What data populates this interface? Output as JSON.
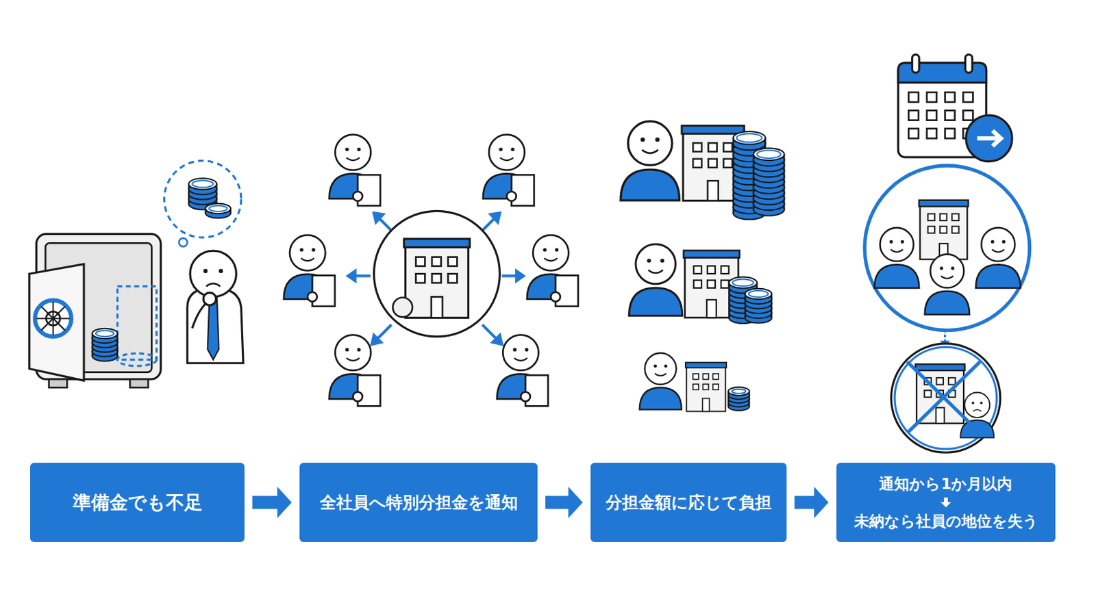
{
  "diagram": {
    "nodes": [
      {
        "text": [
          "準備金でも不足"
        ]
      },
      {
        "text": [
          "全社員へ特別分担金を通知"
        ]
      },
      {
        "text": [
          "分担金額に応じて負担"
        ]
      },
      {
        "text": [
          "通知から1か月以内",
          "未納なら社員の地位を失う"
        ]
      }
    ],
    "edges": [
      {
        "from": 0,
        "to": 1,
        "arrow": "to"
      },
      {
        "from": 1,
        "to": 2,
        "arrow": "to"
      },
      {
        "from": 2,
        "to": 3,
        "arrow": "to"
      }
    ]
  }
}
